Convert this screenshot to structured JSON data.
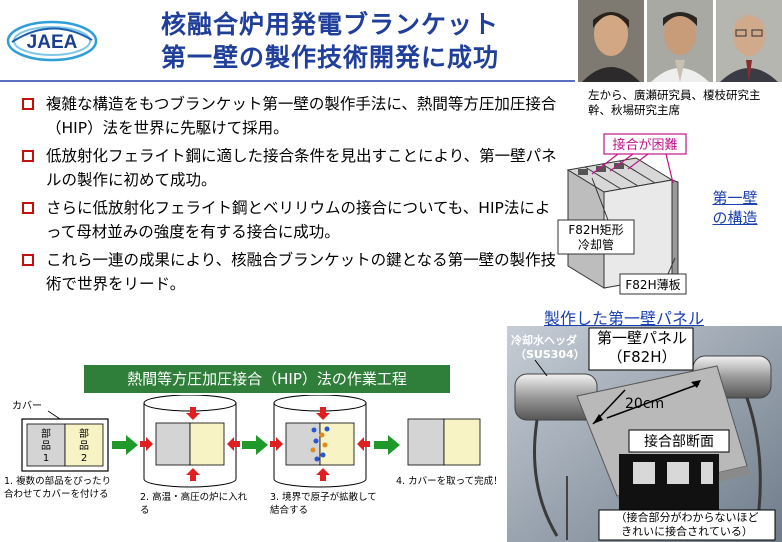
{
  "logo": {
    "text": "JAEA"
  },
  "title": {
    "line1": "核融合炉用発電ブランケット",
    "line2": "第一壁の製作技術開発に成功"
  },
  "photo_caption": "左から、廣瀬研究員、榎枝研究主幹、秋場研究主席",
  "bullets": [
    "複雑な構造をもつブランケット第一壁の製作手法に、熱間等方圧加圧接合（HIP）法を世界に先駆けて採用。",
    "低放射化フェライト鋼に適した接合条件を見出すことにより、第一壁パネルの製作に初めて成功。",
    "さらに低放射化フェライト鋼とベリリウムの接合についても、HIP法によって母材並みの強度を有する接合に成功。",
    "これら一連の成果により、核融合ブランケットの鍵となる第一壁の製作技術で世界をリード。"
  ],
  "structure": {
    "difficult": "接合が困難",
    "cooling_tube_1": "F82H矩形",
    "cooling_tube_2": "冷却管",
    "thin_plate": "F82H薄板",
    "label_1": "第一壁",
    "label_2": "の構造"
  },
  "panel_title": "製作した第一壁パネル",
  "hip": {
    "title": "熱間等方圧加圧接合（HIP）法の作業工程",
    "cover": "カバー",
    "part1_a": "部",
    "part1_b": "品",
    "part1_c": "1",
    "part2_a": "部",
    "part2_b": "品",
    "part2_c": "2",
    "step1": "1.  複数の部品をぴったり合わせてカバーを付ける",
    "step2": "2.  高温・高圧の炉に入れる",
    "step3": "3.  境界で原子が拡散して結合する",
    "step4": "4.  カバーを取って完成！"
  },
  "photo_panel": {
    "header_1": "冷却水ヘッダ",
    "header_2": "（SUS304）",
    "wall_1": "第一壁パネル",
    "wall_2": "（F82H）",
    "size": "20cm",
    "section": "接合部断面",
    "note_1": "（接合部分がわからないほど",
    "note_2": "きれいに接合されている）"
  }
}
